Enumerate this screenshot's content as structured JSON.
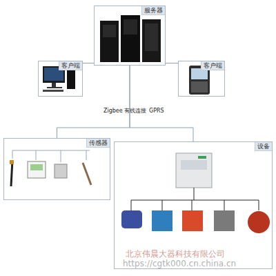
{
  "diagram": {
    "nodes": [
      {
        "text": [
          "服务器"
        ]
      },
      {
        "text": [
          "客户端"
        ]
      },
      {
        "text": [
          "客户端"
        ]
      },
      {
        "text": [
          "传感器"
        ]
      },
      {
        "text": [
          "设备"
        ]
      }
    ],
    "edges": [
      {
        "from": 0,
        "to": 1,
        "arrow": "none"
      },
      {
        "from": 0,
        "to": 2,
        "arrow": "none"
      },
      {
        "from": 0,
        "to": 3,
        "arrow": "none"
      },
      {
        "from": 0,
        "to": 4,
        "arrow": "none"
      }
    ],
    "labels": [
      "Zigbee",
      "有线连接",
      "GPRS",
      "北京伟晨大器科技有限公司",
      "https://cgtk000.cn.china.cn"
    ]
  }
}
